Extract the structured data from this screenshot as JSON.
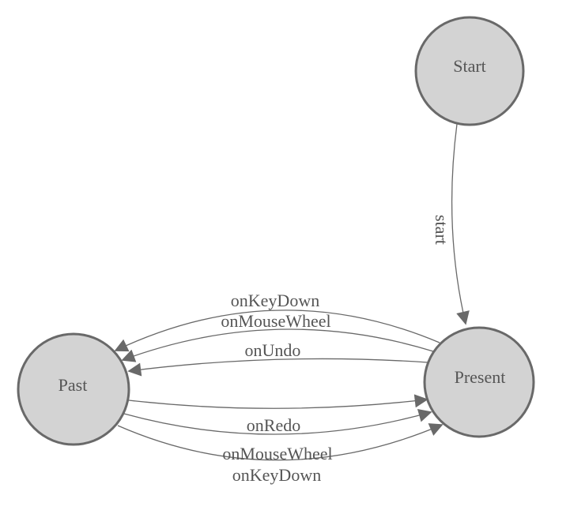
{
  "diagram": {
    "type": "state-diagram",
    "colors": {
      "background": "#ffffff",
      "node_fill": "#d3d3d3",
      "node_stroke": "#696969",
      "edge_stroke": "#696969",
      "arrow_fill": "#696969",
      "label_color": "#555555"
    },
    "nodes": [
      {
        "id": "start",
        "label": "Start"
      },
      {
        "id": "past",
        "label": "Past"
      },
      {
        "id": "present",
        "label": "Present"
      }
    ],
    "edges": [
      {
        "from": "start",
        "to": "present",
        "label": "start"
      },
      {
        "from": "present",
        "to": "past",
        "label": "onKeyDown"
      },
      {
        "from": "present",
        "to": "past",
        "label": "onMouseWheel"
      },
      {
        "from": "present",
        "to": "past",
        "label": "onUndo"
      },
      {
        "from": "past",
        "to": "present",
        "label": "onRedo"
      },
      {
        "from": "past",
        "to": "present",
        "label": "onMouseWheel"
      },
      {
        "from": "past",
        "to": "present",
        "label": "onKeyDown"
      }
    ]
  }
}
